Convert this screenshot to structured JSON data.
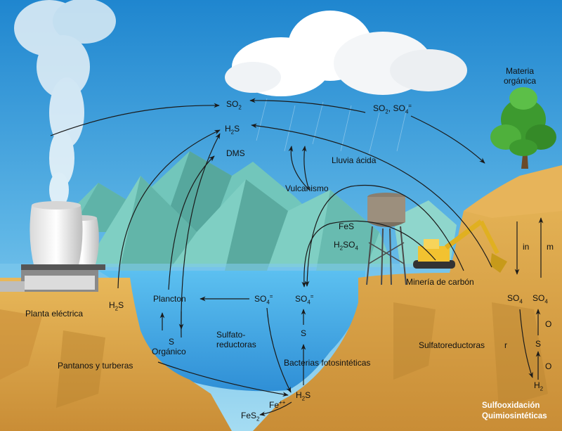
{
  "labels": {
    "so2": "SO",
    "so2_sub": "2",
    "h2s_top": "H",
    "h2s_top_sub": "2",
    "h2s_top_s": "S",
    "dms": "DMS",
    "so2_so4_a": "SO",
    "so2_so4_a_sub": "2",
    "so2_so4_b": ", SO",
    "so2_so4_b_sub": "4",
    "so2_so4_b_sup": "=",
    "materia": "Materia orgánica",
    "lluvia": "Lluvia ácida",
    "vulcanismo": "Vulcanismo",
    "fes": "FeS",
    "h2so4_h": "H",
    "h2so4_sub": "2",
    "h2so4_so": "SO",
    "h2so4_sub2": "4",
    "mineria": "Minería de carbón",
    "in": "in",
    "m": "m",
    "planta": "Planta eléctrica",
    "h2s_left_h": "H",
    "h2s_left_sub": "2",
    "h2s_left_s": "S",
    "plancton": "Plancton",
    "so4_a": "SO",
    "so4_a_sub": "4",
    "so4_a_sup": "=",
    "so4_b": "SO",
    "so4_b_sub": "4",
    "so4_b_sup": "=",
    "s_organico_s": "S",
    "s_organico": "Orgánico",
    "sulfato_red_a": "Sulfato-",
    "sulfato_red_b": "reductoras",
    "s_mid": "S",
    "bacterias": "Bacterias fotosintéticas",
    "pantanos": "Pantanos y turberas",
    "fe": "Fe",
    "fe_sup": "++",
    "h2s_bottom_h": "H",
    "h2s_bottom_sub": "2",
    "h2s_bottom_s": "S",
    "fes2": "FeS",
    "fes2_sub": "2",
    "so4_r1": "SO",
    "so4_r1_sub": "4",
    "so4_r2": "SO",
    "so4_r2_sub": "4",
    "o_upper": "O",
    "s_right": "S",
    "o_lower": "O",
    "h2_h": "H",
    "h2_sub": "2",
    "sulfatoreductoras": "Sulfatoreductoras",
    "r": "r",
    "sulfooxidacion": "Sulfooxidación",
    "quimiosinteticas": "Quimiosintéticas"
  },
  "colors": {
    "sky_top": "#1f86cf",
    "sky_bottom": "#8fd0ee",
    "mountain": "#6fc4b8",
    "mountain_dark": "#4fa79c",
    "water": "#3aa6e6",
    "earth": "#dca64a",
    "earth_dark": "#b9802c",
    "arrow": "#1a1a1a",
    "tree": "#3d9a2f",
    "excavator": "#f2c230"
  }
}
